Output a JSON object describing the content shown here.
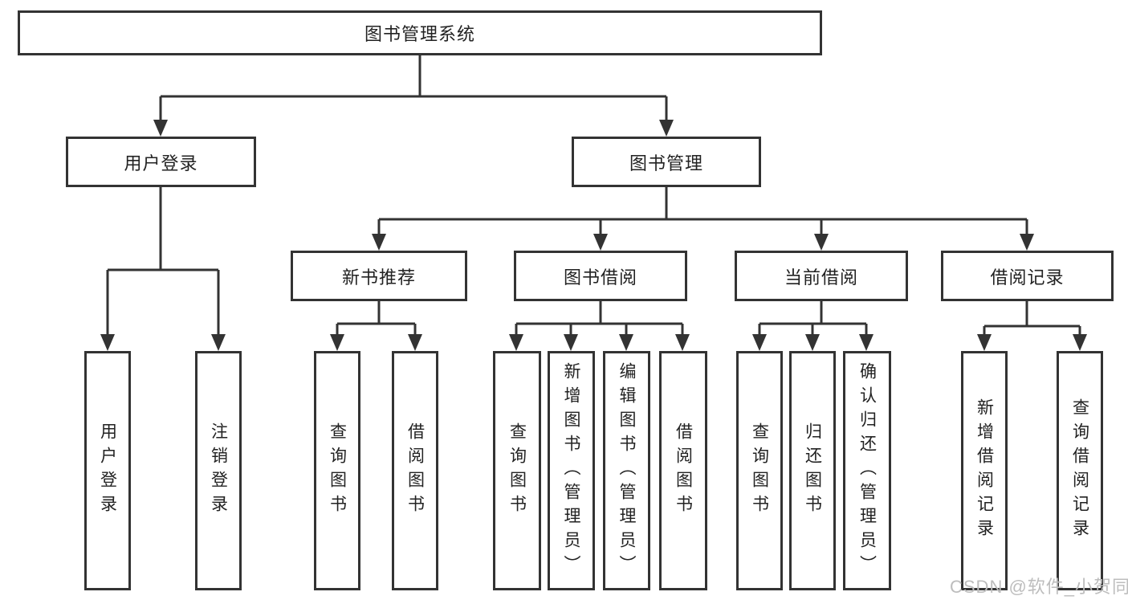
{
  "colors": {
    "line": "#333333",
    "text": "#222222",
    "watermark": "#bdbdbd",
    "background": "#ffffff"
  },
  "nodes": {
    "root": "图书管理系统",
    "user_login": "用户登录",
    "book_mgmt": "图书管理",
    "new_book_rec": "新书推荐",
    "book_borrow": "图书借阅",
    "current_borrow": "当前借阅",
    "borrow_records": "借阅记录",
    "ul_login": "用户登录",
    "ul_logout": "注销登录",
    "nbr_query": "查询图书",
    "nbr_borrow": "借阅图书",
    "bb_query": "查询图书",
    "bb_add": "新增图书（管理员）",
    "bb_edit": "编辑图书（管理员）",
    "bb_borrow": "借阅图书",
    "cb_query": "查询图书",
    "cb_return": "归还图书",
    "cb_confirm": "确认归还（管理员）",
    "br_add": "新增借阅记录",
    "br_query": "查询借阅记录"
  },
  "watermark": {
    "text": "CSDN @软件_小贺同学"
  }
}
